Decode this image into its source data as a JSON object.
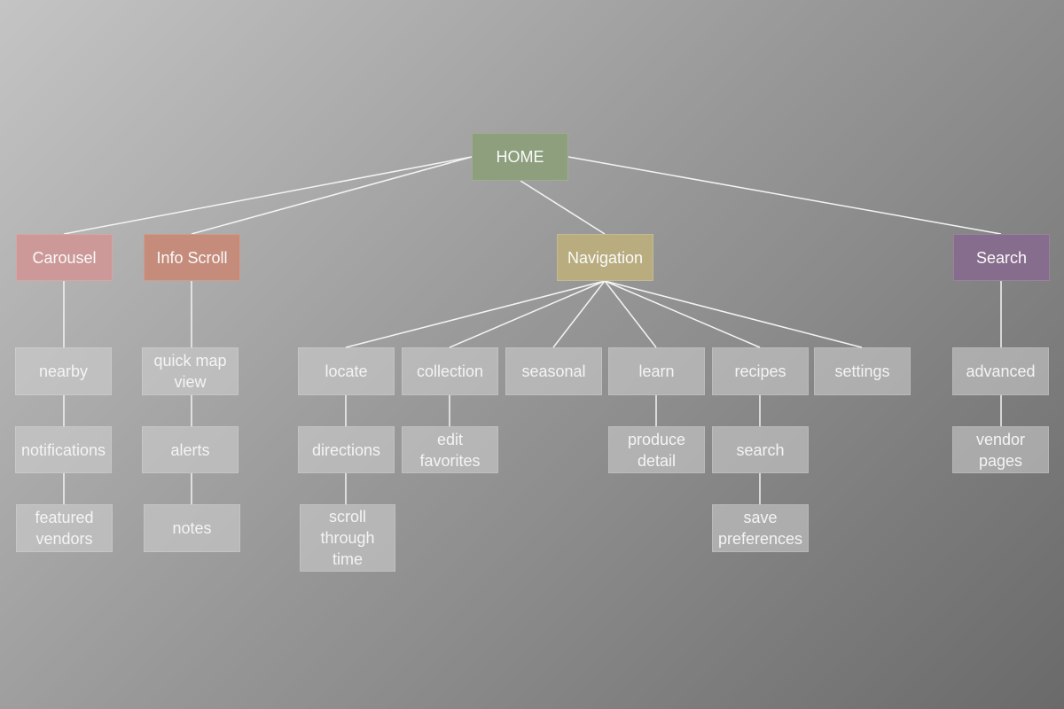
{
  "nodes": {
    "home": "HOME",
    "carousel": "Carousel",
    "info_scroll": "Info Scroll",
    "navigation": "Navigation",
    "search": "Search",
    "nearby": "nearby",
    "notifications": "notifications",
    "featured_vendors": "featured vendors",
    "quick_map_view": "quick map view",
    "alerts": "alerts",
    "notes": "notes",
    "locate": "locate",
    "directions": "directions",
    "scroll_through_time": "scroll through time",
    "collection": "collection",
    "edit_favorites": "edit favorites",
    "seasonal": "seasonal",
    "learn": "learn",
    "produce_detail": "produce detail",
    "recipes": "recipes",
    "recipes_search": "search",
    "save_preferences": "save preferences",
    "settings": "settings",
    "advanced": "advanced",
    "vendor_pages": "vendor pages"
  },
  "colors": {
    "home": "#8d9f7d",
    "carousel": "#cd9898",
    "info_scroll": "#c58c7c",
    "navigation": "#b9ad80",
    "search": "#876d8d",
    "leaf": "#cfcfcf",
    "connector": "#f4f4f4"
  }
}
